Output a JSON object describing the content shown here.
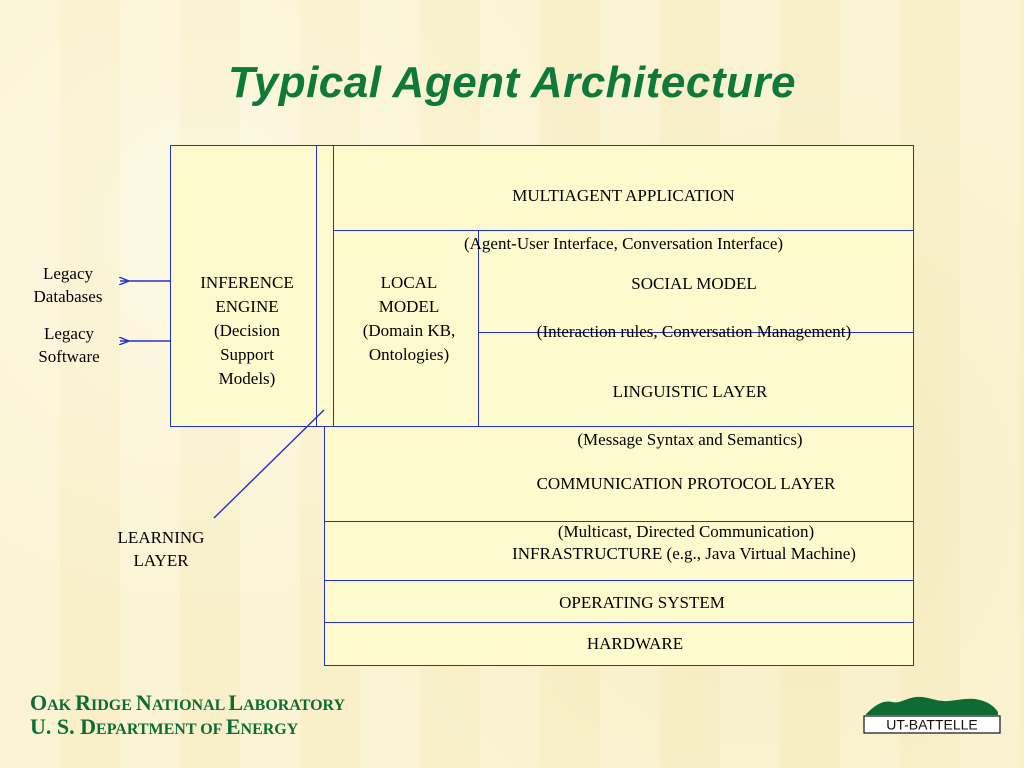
{
  "title": "Typical Agent Architecture",
  "layers": {
    "multiagent": [
      "MULTIAGENT APPLICATION",
      "(Agent-User Interface, Conversation Interface)"
    ],
    "social": [
      "SOCIAL  MODEL",
      "(Interaction rules, Conversation Management)"
    ],
    "linguistic": [
      "LINGUISTIC LAYER",
      "(Message Syntax and Semantics)"
    ],
    "communication": [
      "COMMUNICATION PROTOCOL LAYER",
      "(Multicast, Directed Communication)"
    ],
    "infrastructure": "INFRASTRUCTURE (e.g., Java Virtual Machine)",
    "os": "OPERATING SYSTEM",
    "hardware": "HARDWARE"
  },
  "inference_engine": "INFERENCE\nENGINE\n(Decision\nSupport\nModels)",
  "local_model": "LOCAL\nMODEL\n(Domain KB,\nOntologies)",
  "legacy_databases": "Legacy\nDatabases",
  "legacy_software": "Legacy\nSoftware",
  "learning_layer": "LEARNING\nLAYER",
  "footer": {
    "lab": [
      "O",
      "AK ",
      "R",
      "IDGE ",
      "N",
      "ATIONAL ",
      "L",
      "ABORATORY"
    ],
    "doe": [
      "U. S. D",
      "EPARTMENT OF ",
      "E",
      "NERGY"
    ]
  },
  "logo_text": "UT-BATTELLE",
  "colors": {
    "title": "#0d7a3a",
    "border": "#2432c8",
    "box_fill": "#fdfbcd",
    "footer": "#0d6b33",
    "background": "#fbf3cf"
  }
}
